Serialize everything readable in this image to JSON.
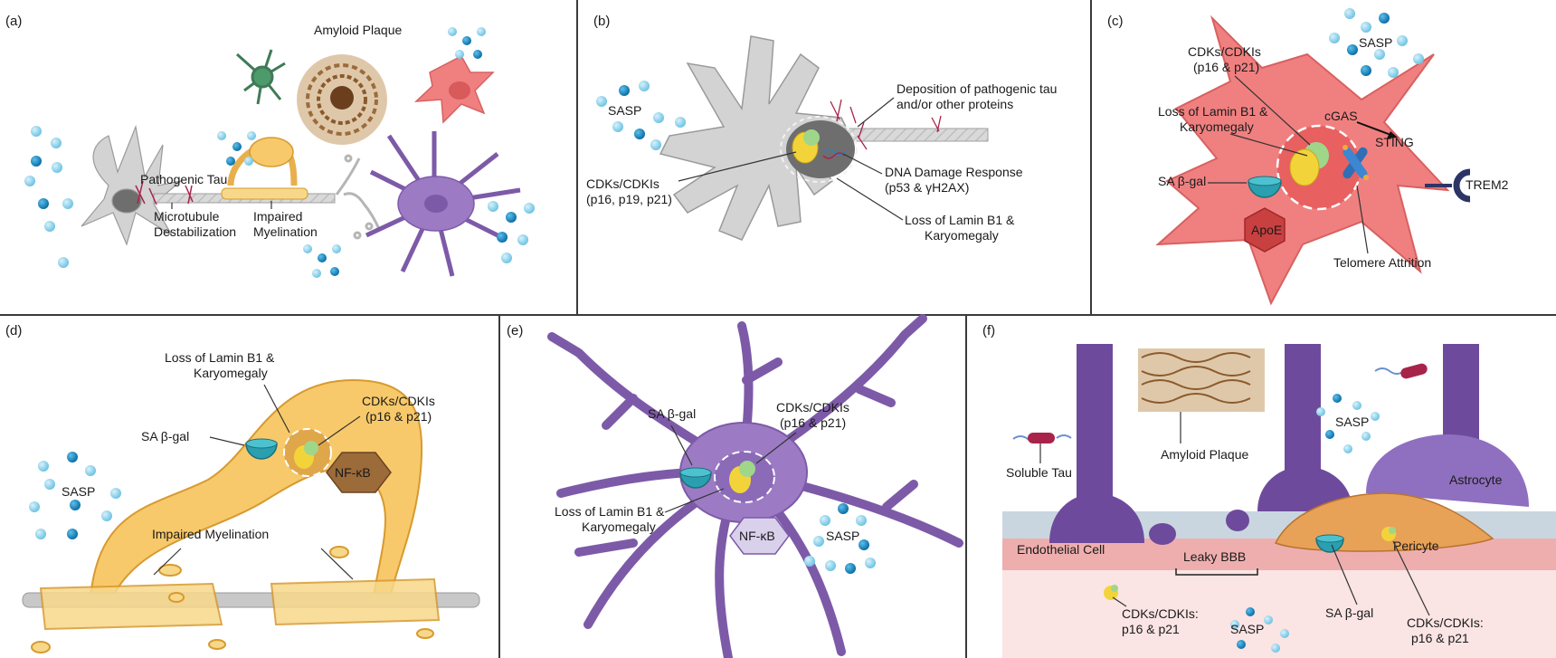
{
  "panels": {
    "a": {
      "letter": "(a)",
      "amyloid_plaque": "Amyloid Plaque",
      "pathogenic_tau": "Pathogenic Tau",
      "microtubule_1": "Microtubule",
      "microtubule_2": "Destabilization",
      "impaired_1": "Impaired",
      "impaired_2": "Myelination"
    },
    "b": {
      "letter": "(b)",
      "sasp": "SASP",
      "deposition_1": "Deposition of pathogenic tau",
      "deposition_2": "and/or other proteins",
      "ddr_1": "DNA Damage Response",
      "ddr_2": "(p53 & γH2AX)",
      "cdk_1": "CDKs/CDKIs",
      "cdk_2": "(p16, p19, p21)",
      "lamin_1": "Loss of Lamin B1 &",
      "lamin_2": "Karyomegaly"
    },
    "c": {
      "letter": "(c)",
      "sasp": "SASP",
      "cdk_1": "CDKs/CDKIs",
      "cdk_2": "(p16 & p21)",
      "lamin_1": "Loss of Lamin B1 &",
      "lamin_2": "Karyomegaly",
      "cgas": "cGAS",
      "sting": "STING",
      "sa_bgal": "SA β-gal",
      "trem2": "TREM2",
      "apoe": "ApoE",
      "telomere": "Telomere Attrition"
    },
    "d": {
      "letter": "(d)",
      "lamin_1": "Loss of Lamin B1 &",
      "lamin_2": "Karyomegaly",
      "cdk_1": "CDKs/CDKIs",
      "cdk_2": "(p16 & p21)",
      "sa_bgal": "SA β-gal",
      "nfkb": "NF-κB",
      "sasp": "SASP",
      "impaired": "Impaired Myelination"
    },
    "e": {
      "letter": "(e)",
      "sa_bgal": "SA β-gal",
      "cdk_1": "CDKs/CDKIs",
      "cdk_2": "(p16 & p21)",
      "lamin_1": "Loss of Lamin B1 &",
      "lamin_2": "Karyomegaly",
      "nfkb": "NF-κB",
      "sasp": "SASP"
    },
    "f": {
      "letter": "(f)",
      "soluble_tau": "Soluble Tau",
      "amyloid_plaque": "Amyloid Plaque",
      "sasp_top": "SASP",
      "astrocyte": "Astrocyte",
      "pericyte": "Pericyte",
      "endothelial": "Endothelial Cell",
      "leaky_bbb": "Leaky BBB",
      "sa_bgal": "SA β-gal",
      "cdk_left_1": "CDKs/CDKIs:",
      "cdk_left_2": "p16 & p21",
      "cdk_right_1": "CDKs/CDKIs:",
      "cdk_right_2": "p16 & p21",
      "sasp_bottom": "SASP"
    }
  },
  "colors": {
    "neuron": "#d3d3d3",
    "microglia": "#f08080",
    "oligodendrocyte": "#f7c96a",
    "astrocyte": "#9c7bc4",
    "sasp_light": "#8fd3ea",
    "sasp_dark": "#1a8fc4",
    "tau": "#a8234a",
    "plaque": "#9b6b3a",
    "nucleus_yellow": "#f2d43a",
    "nucleus_green": "#9fd68a"
  }
}
